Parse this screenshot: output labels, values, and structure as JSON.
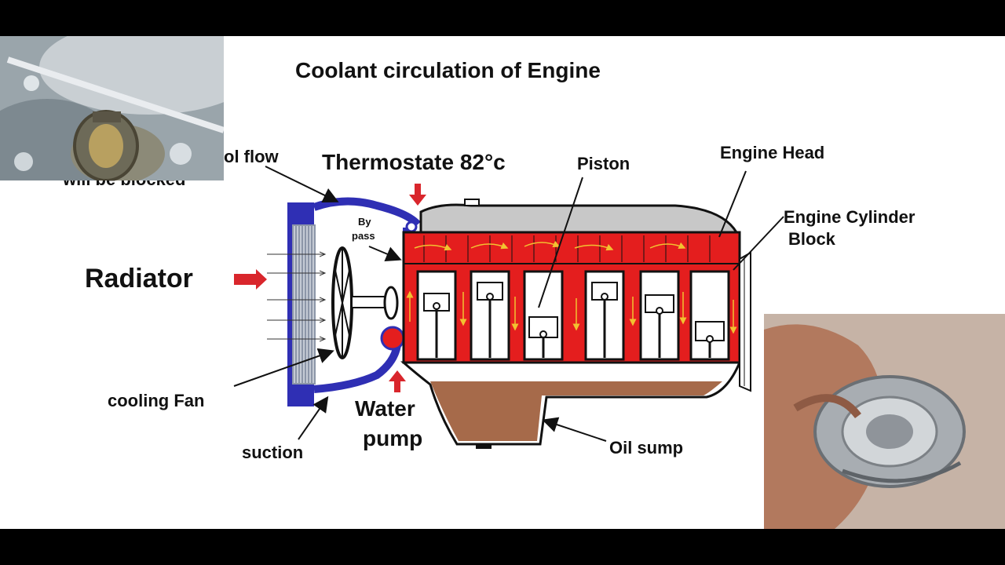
{
  "title": "Coolant circulation of Engine",
  "labels": {
    "radiator": "Radiator",
    "thermostat": "Thermostate 82°c",
    "piston": "Piston",
    "engine_head": "Engine Head",
    "engine_cylinder_line1": "Engine Cylinder",
    "engine_cylinder_line2": "Block",
    "cool_flow": "ol flow",
    "blocked": "will be blocked",
    "cooling_fan": "cooling Fan",
    "suction": "suction",
    "water": "Water",
    "pump": "pump",
    "oil_sump": "Oil sump",
    "bypass_line1": "By",
    "bypass_line2": "pass"
  },
  "photos": {
    "top_left": "thermostat in boiling water photo",
    "bottom_right": "hand holding thermostat photo"
  },
  "colors": {
    "coolant_pipe": "#2f2fb4",
    "engine_red": "#e41e1e",
    "arrow_red": "#d9262c",
    "head_grey": "#c8c8c8",
    "oil_brown": "#a66a4a",
    "flow_yellow": "#f2c230"
  }
}
